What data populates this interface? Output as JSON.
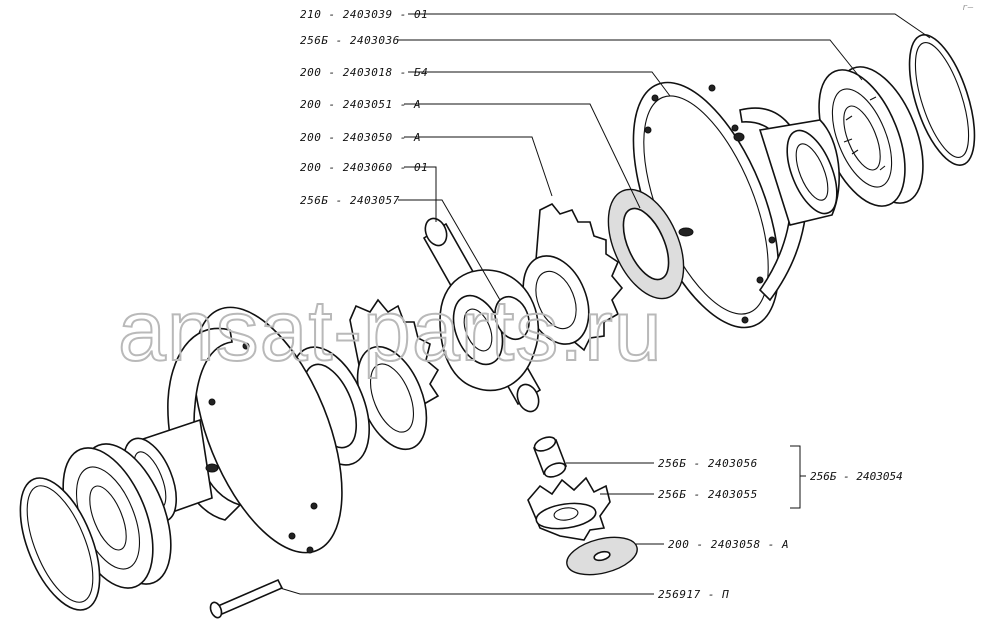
{
  "labels": {
    "snap_ring": "210 - 2403039 - 01",
    "bearing": "256Б - 2403036",
    "housing_right": "200 - 2403018 - Б4",
    "thrust_washer_right": "200 - 2403051 - А",
    "side_gear_right": "200 - 2403050 - А",
    "cross_pin": "200 - 2403060 - 01",
    "spider": "256Б - 2403057",
    "bushing": "256Б - 2403056",
    "pinion_gear": "256Б - 2403055",
    "pinion_washer": "200 - 2403058 - А",
    "bolt": "256917 - П"
  },
  "group_label": "256Б - 2403054",
  "watermark": "ansat-parts.ru",
  "corner_mark": "r—"
}
